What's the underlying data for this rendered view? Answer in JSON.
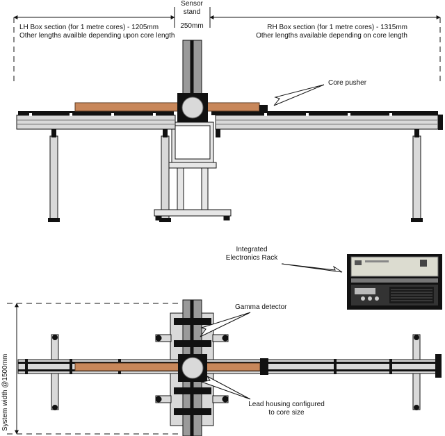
{
  "labels": {
    "sensor_stand_l1": "Sensor",
    "sensor_stand_l2": "stand",
    "sensor_stand_len": "250mm",
    "lh_line1": "LH Box section (for 1 metre cores) - 1205mm",
    "lh_line2": "Other lengths availble depending upon core length",
    "rh_line1": "RH Box section (for 1 metre cores) - 1315mm",
    "rh_line2": "Other lengths available depending on core length",
    "core_pusher": "Core pusher",
    "rack_l1": "Integrated",
    "rack_l2": "Electronics Rack",
    "gamma": "Gamma detector",
    "lead_l1": "Lead housing configured",
    "lead_l2": "to core size",
    "system_width": "System width @1500mm"
  },
  "colors": {
    "core": "#c8875a",
    "rail": "#d9d9d9",
    "dark": "#111111",
    "gray": "#bdbdbd",
    "sensor": "#9a9a9a",
    "rack": "#dcdcd0"
  }
}
